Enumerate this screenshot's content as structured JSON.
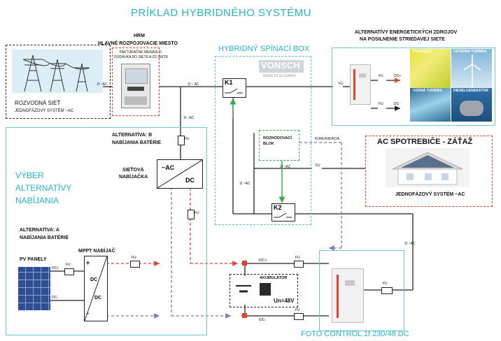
{
  "title": "PRÍKLAD HYBRIDNÉHO SYSTÉMU",
  "grid": {
    "label_line1": "ROZVODNÁ SIEŤ",
    "label_line2": "JEDNOFÁZOVÝ SYSTÉM ~AC",
    "wire_label": "1f ~AC"
  },
  "hrm": {
    "title_line1": "HRM",
    "title_line2": "HLAVNÉ ROZPOJOVACIE MIESTO",
    "meter_note_line1": "FAKTURAČNÉ MERADLO",
    "meter_note_line2": "DODÁVKA DO SIETE A ZO SIETE",
    "wire_label": "1f ~ AC"
  },
  "switchbox": {
    "title": "HYBRIDNÝ SPÍNACÍ BOX",
    "brand": "VONSCH",
    "brand_reg": "®",
    "brand_tagline": "MADE IN SLOVAKIA",
    "k1": "K1",
    "k2": "K2",
    "decision_line1": "ROZHODOVACÍ",
    "decision_line2": "BLOK",
    "comm_label": "KOMUNIKÁCIA",
    "wire_1f_ac_a": "1f ~AC",
    "wire_1f_ac_b": "1f ~AC"
  },
  "alt_sources": {
    "title_line1": "ALTERNATÍVY ENERGETICKÝCH ZDROJOV",
    "title_line2": "NA POSILNENIE STRIEDAVEJ SIETE",
    "fu1": "FU",
    "fu2": "FU",
    "fu3": "FU",
    "dc_plus": "DC+",
    "dc_minus": "DC-",
    "tiles": [
      "PV PANELY",
      "VETERNÁ TURBÍNA",
      "VODNÁ TURBÍNA",
      "DIESELGENERÁTOR"
    ]
  },
  "ac_loads": {
    "title": "AC SPOTREBIČE - ZÁŤAŽ",
    "subtitle": "JEDNOFÁZOVÝ SYSTÉM ~AC",
    "fu": "FU",
    "wire_label": "1f ~AC"
  },
  "charging": {
    "title_line1": "VÝBER",
    "title_line2": "ALTERNATÍVY",
    "title_line3": "NABÍJANIA",
    "alt_b_line1": "ALTERNATÍVA: B",
    "alt_b_line2": "NABÍJANIA BATÉRIE",
    "charger_line1": "SIEŤOVÁ",
    "charger_line2": "NABÍJAČKA",
    "charger_ac": "~AC",
    "charger_dc": "DC",
    "charger_wire": "1f ~AC",
    "fu_charger_in": "FU",
    "fu_charger_out": "FU",
    "alt_a_line1": "ALTERNATÍVA: A",
    "alt_a_line2": "NABÍJANIA BATÉRIE"
  },
  "pv": {
    "label": "PV PANELY",
    "mppt": "MPPT NABÍJAČ",
    "dc_plus": "DC+",
    "dc_minus": "DC-",
    "fu": "FU",
    "mppt_dc_top": "DC",
    "mppt_dc_bottom": "DC",
    "plus": "+",
    "minus": "-"
  },
  "battery": {
    "label": "AKUMULÁTOR",
    "voltage": "Un=48V",
    "idc_plus": "IDC+",
    "idc_minus": "IDC-",
    "fu_top": "FU",
    "fu_bottom": "FU",
    "fu_mppt_out": "FU"
  },
  "inverter": {
    "label": "FOTO CONTROL 1f 230/48 DC",
    "fu": "FU",
    "wire_label": "1f ~AC"
  }
}
